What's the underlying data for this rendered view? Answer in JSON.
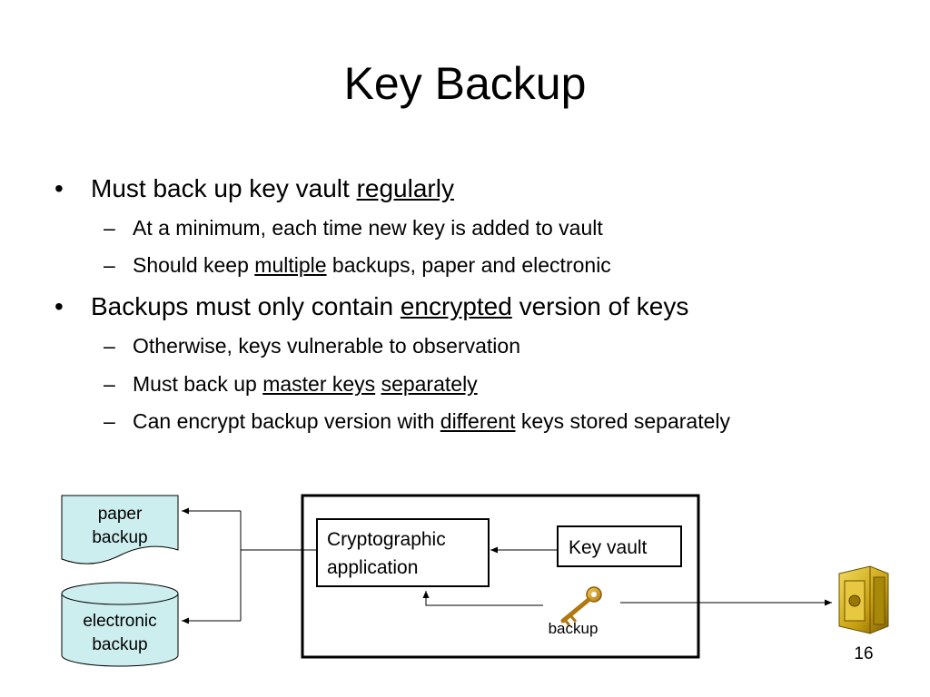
{
  "slide": {
    "title": "Key Backup",
    "bullets": [
      {
        "segments": [
          {
            "text": "Must back up key vault ",
            "u": false
          },
          {
            "text": "regularly",
            "u": true
          }
        ],
        "sub": [
          [
            {
              "text": "At a minimum, each time new key is added to vault",
              "u": false
            }
          ],
          [
            {
              "text": "Should keep ",
              "u": false
            },
            {
              "text": "multiple",
              "u": true
            },
            {
              "text": " backups, paper and electronic",
              "u": false
            }
          ]
        ]
      },
      {
        "segments": [
          {
            "text": "Backups must only contain ",
            "u": false
          },
          {
            "text": "encrypted",
            "u": true
          },
          {
            "text": " version of keys",
            "u": false
          }
        ],
        "sub": [
          [
            {
              "text": "Otherwise, keys vulnerable to observation",
              "u": false
            }
          ],
          [
            {
              "text": "Must back up ",
              "u": false
            },
            {
              "text": "master keys",
              "u": true
            },
            {
              "text": " ",
              "u": false
            },
            {
              "text": "separately",
              "u": true
            }
          ],
          [
            {
              "text": "Can encrypt backup version with ",
              "u": false
            },
            {
              "text": "different",
              "u": true
            },
            {
              "text": " keys stored separately",
              "u": false
            }
          ]
        ]
      }
    ],
    "bullet_glyph": "•",
    "sub_glyph": "–",
    "page_number": "16"
  },
  "diagram": {
    "paper_backup": [
      "paper",
      "backup"
    ],
    "electronic_backup": [
      "electronic",
      "backup"
    ],
    "crypto_app": [
      "Cryptographic",
      "application"
    ],
    "key_vault": "Key vault",
    "backup_label": "backup",
    "colors": {
      "storage_fill": "#cceeee",
      "key_gold": "#d8a020",
      "safe_gold": "#c8a010"
    }
  }
}
